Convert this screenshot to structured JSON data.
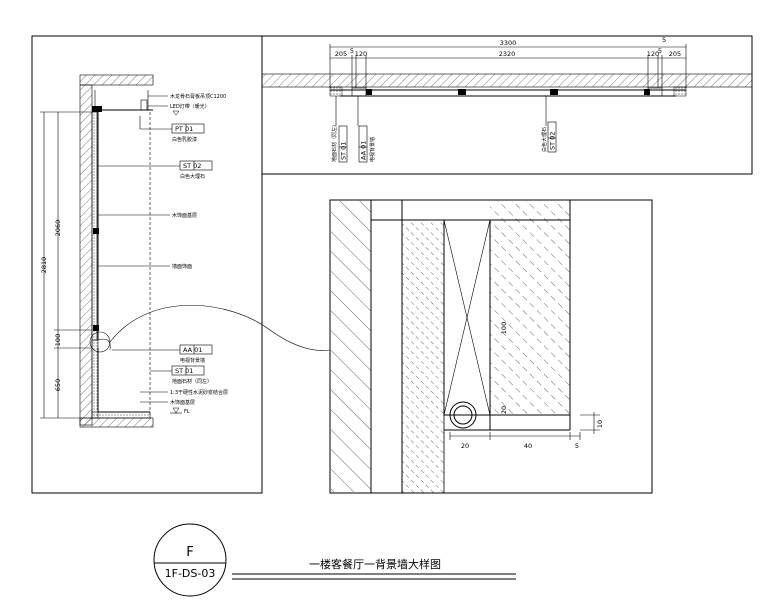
{
  "drawing": {
    "title": "一楼客餐厅一背景墙大样图",
    "section_mark": "F",
    "sheet_ref": "1F-DS-03"
  },
  "elevation": {
    "notes": {
      "ceiling": "木龙骨石膏板吊顶C1200",
      "led": "LED灯带（暖光）",
      "paint_code": "PT 01",
      "paint_name": "白色乳胶漆",
      "stone_code": "ST 02",
      "stone_name": "白色大理石",
      "base1": "木饰面基层",
      "finish": "墙面饰面",
      "aa_code": "AA 01",
      "aa_name": "电视背景墙",
      "st_code": "ST 01",
      "st_name": "地面石材（同左）",
      "mortar": "1:3干硬性水泥砂浆结合层",
      "base2": "木饰面基层",
      "floor_mark": "FL"
    },
    "dims": {
      "total": "2810",
      "upper": "2060",
      "mid": "100",
      "lower": "650"
    }
  },
  "plan": {
    "dims_top": [
      "205",
      "5",
      "120",
      "2320",
      "120",
      "5",
      "205"
    ],
    "total": "3300",
    "small_right": "5",
    "tags": {
      "left_a": "ST 01",
      "left_a_name": "地面石材（同左）",
      "left_b": "AA 01",
      "left_b_name": "电视背景墙",
      "right": "ST 02",
      "right_name": "白色大理石"
    }
  },
  "detail": {
    "dims": {
      "height": "100",
      "small": "20",
      "bottom_a": "20",
      "bottom_b": "40",
      "bottom_c": "5",
      "right": "10"
    }
  }
}
